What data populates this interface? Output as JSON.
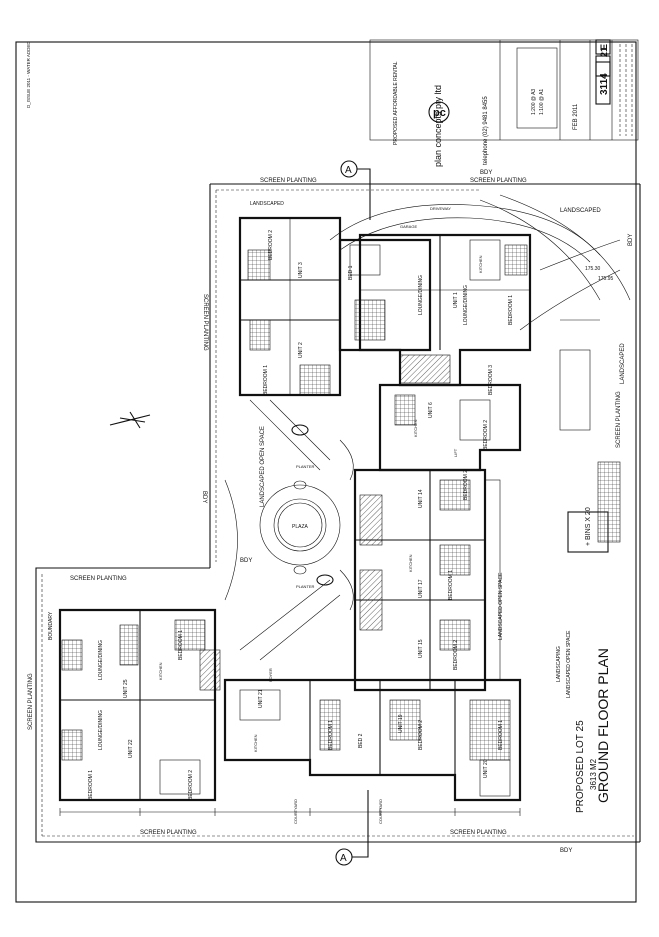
{
  "drawing": {
    "title": "GROUND FLOOR PLAN",
    "lot": "PROPOSED LOT 25",
    "area": "3613 M2",
    "bins": "+ BINS X 20"
  },
  "site_labels": {
    "screen_planting": "SCREEN PLANTING",
    "bdy": "BDY",
    "landscaped": "LANDSCAPED",
    "landscaped_open_space": "LANDSCAPED OPEN SPACE",
    "landscaping": "LANDSCAPING",
    "boundary": "BOUNDARY",
    "courtyard": "COURTYARD",
    "driveway": "DRIVEWAY",
    "garage": "GARAGE",
    "plaza": "PLAZA",
    "planter": "PLANTER"
  },
  "rooms": {
    "bedroom_1": "BEDROOM 1",
    "bedroom_2": "BEDROOM 2",
    "bedroom_3": "BEDROOM 3",
    "kitchen": "KITCHEN",
    "lounge_dining": "LOUNGE/DINING",
    "foyer": "FOYER",
    "bed_1": "BED 1",
    "bed_2": "BED 2",
    "lift": "LIFT"
  },
  "units": [
    {
      "label": "UNIT 1"
    },
    {
      "label": "UNIT 2"
    },
    {
      "label": "UNIT 3"
    },
    {
      "label": "UNIT 6"
    },
    {
      "label": "UNIT 14"
    },
    {
      "label": "UNIT 15"
    },
    {
      "label": "UNIT 17"
    },
    {
      "label": "UNIT 19"
    },
    {
      "label": "UNIT 20"
    },
    {
      "label": "UNIT 21"
    },
    {
      "label": "UNIT 22"
    },
    {
      "label": "UNIT 25"
    }
  ],
  "section_marker": {
    "letter": "A"
  },
  "title_block": {
    "company": "plan concepts pty ltd",
    "phone": "telephone (02) 9481 8455",
    "project": "PROPOSED AFFORDABLE RENTAL",
    "date": "FEB 2011",
    "drawing_no": "3114",
    "sheet": "21",
    "revision": "E",
    "scale_1": "1:200 @ A3",
    "scale_2": "1:100 @ A1"
  },
  "revision_note": "D_ISSUE 2011 - WATER ADDED"
}
